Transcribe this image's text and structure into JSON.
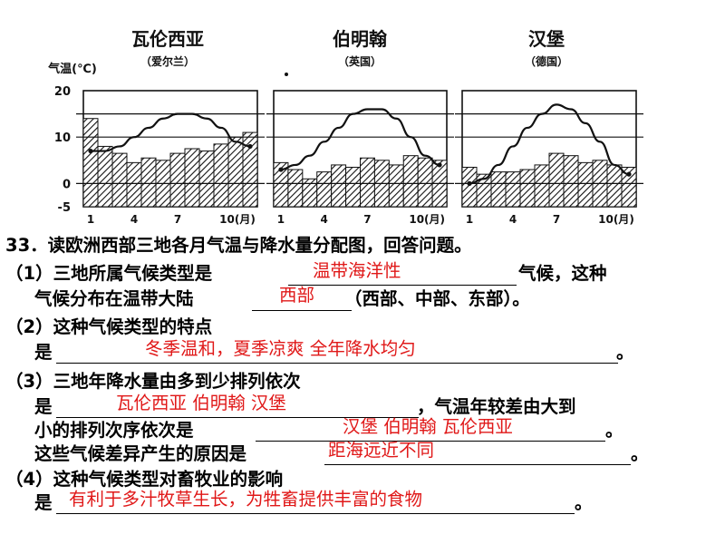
{
  "chart_data": [
    {
      "type": "bar-line",
      "title": "瓦伦西亚",
      "subtitle": "（爱尔兰）",
      "ylabel": "气温(℃)",
      "yticks": [
        "20",
        "10",
        "0",
        "-5"
      ],
      "ylim": [
        -5,
        20
      ],
      "xticks": [
        "1",
        "4",
        "7",
        "10(月)"
      ],
      "months": [
        1,
        2,
        3,
        4,
        5,
        6,
        7,
        8,
        9,
        10,
        11,
        12
      ],
      "temperature": [
        7,
        7,
        8,
        10,
        12,
        14,
        15,
        15,
        14,
        12,
        9,
        8
      ],
      "precipitation_level": [
        0.76,
        0.52,
        0.46,
        0.38,
        0.42,
        0.4,
        0.46,
        0.5,
        0.48,
        0.54,
        0.6,
        0.64
      ]
    },
    {
      "type": "bar-line",
      "title": "伯明翰",
      "subtitle": "（英国）",
      "ylim": [
        -5,
        20
      ],
      "xticks": [
        "1",
        "4",
        "7",
        "10(月)"
      ],
      "months": [
        1,
        2,
        3,
        4,
        5,
        6,
        7,
        8,
        9,
        10,
        11,
        12
      ],
      "temperature": [
        3,
        4,
        6,
        9,
        12,
        15,
        16,
        16,
        14,
        10,
        6,
        4
      ],
      "precipitation_level": [
        0.38,
        0.32,
        0.24,
        0.3,
        0.36,
        0.34,
        0.42,
        0.4,
        0.36,
        0.44,
        0.42,
        0.4
      ]
    },
    {
      "type": "bar-line",
      "title": "汉堡",
      "subtitle": "（德国）",
      "ylim": [
        -5,
        20
      ],
      "xticks": [
        "1",
        "4",
        "7",
        "10(月)"
      ],
      "months": [
        1,
        2,
        3,
        4,
        5,
        6,
        7,
        8,
        9,
        10,
        11,
        12
      ],
      "temperature": [
        0,
        1,
        4,
        8,
        12,
        15,
        17,
        16,
        13,
        9,
        4,
        2
      ],
      "precipitation_level": [
        0.34,
        0.28,
        0.3,
        0.3,
        0.32,
        0.36,
        0.46,
        0.44,
        0.38,
        0.4,
        0.36,
        0.34
      ]
    }
  ],
  "question": {
    "title": "33．读欧洲西部三地各月气温与降水量分配图，回答问题。",
    "q1_a": "（1）三地所属气候类型是",
    "q1_ans1": "温带海洋性",
    "q1_b": "气候，这种",
    "q1_c": "气候分布在温带大陆",
    "q1_ans2": "西部",
    "q1_d": "（西部、中部、东部）。",
    "q2_a": "（2）这种气候类型的特点",
    "q2_b": "是",
    "q2_ans": "冬季温和，夏季凉爽   全年降水均匀",
    "q2_end": "。",
    "q3_a": "（3）三地年降水量由多到少排列依次",
    "q3_b": "是",
    "q3_ans1": "瓦伦西亚  伯明翰  汉堡",
    "q3_c": "，气温年较差由大到",
    "q3_d": "小的排列次序依次是",
    "q3_ans2": "汉堡  伯明翰  瓦伦西亚",
    "q3_end1": "。",
    "q3_e": "这些气候差异产生的原因是",
    "q3_ans3": "距海远近不同",
    "q3_end2": "。",
    "q4_a": "（4）这种气候类型对畜牧业的影响",
    "q4_b": "是",
    "q4_ans": "有利于多汁牧草生长，为牲畜提供丰富的食物",
    "q4_end": "。"
  }
}
